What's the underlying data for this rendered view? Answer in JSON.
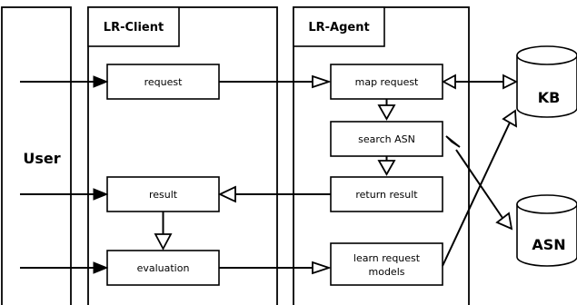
{
  "lanes": {
    "user": "User",
    "client": "LR-Client",
    "agent": "LR-Agent"
  },
  "client_boxes": {
    "request": "request",
    "result": "result",
    "evaluation": "evaluation"
  },
  "agent_boxes": {
    "map_request": "map request",
    "search_asn": "search ASN",
    "return_result": "return result",
    "learn_line1": "learn request",
    "learn_line2": "models"
  },
  "stores": {
    "kb": "KB",
    "asn": "ASN"
  }
}
